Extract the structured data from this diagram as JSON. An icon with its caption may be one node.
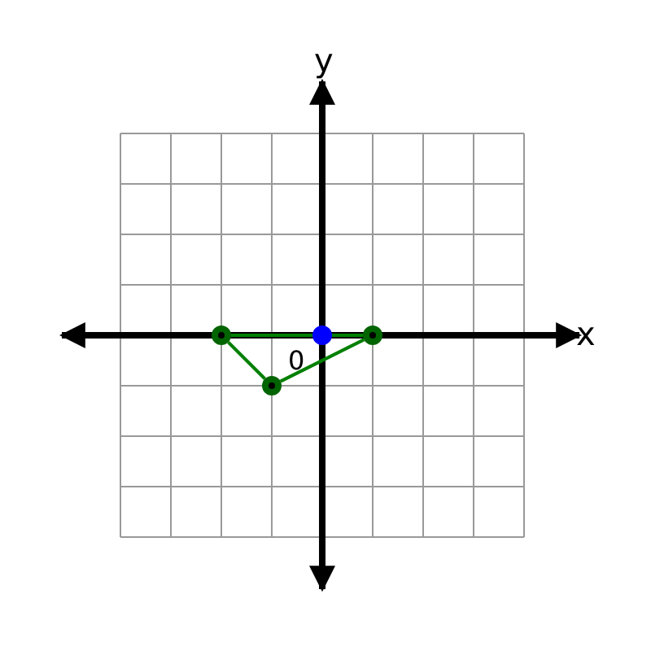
{
  "diagram": {
    "nodes": [
      {
        "text": [],
        "shape": "circle"
      },
      {
        "text": [],
        "shape": "circle"
      },
      {
        "text": [],
        "shape": "circle"
      },
      {
        "text": [],
        "shape": "circle"
      }
    ],
    "edges": [
      {
        "from": 0,
        "to": 3,
        "arrow": "none",
        "color": "#008000"
      },
      {
        "from": 0,
        "to": 1,
        "arrow": "none",
        "color": "#008000"
      },
      {
        "from": 1,
        "to": 3,
        "arrow": "none",
        "color": "#008000"
      }
    ],
    "labels": [
      "y",
      "x",
      "0"
    ]
  }
}
